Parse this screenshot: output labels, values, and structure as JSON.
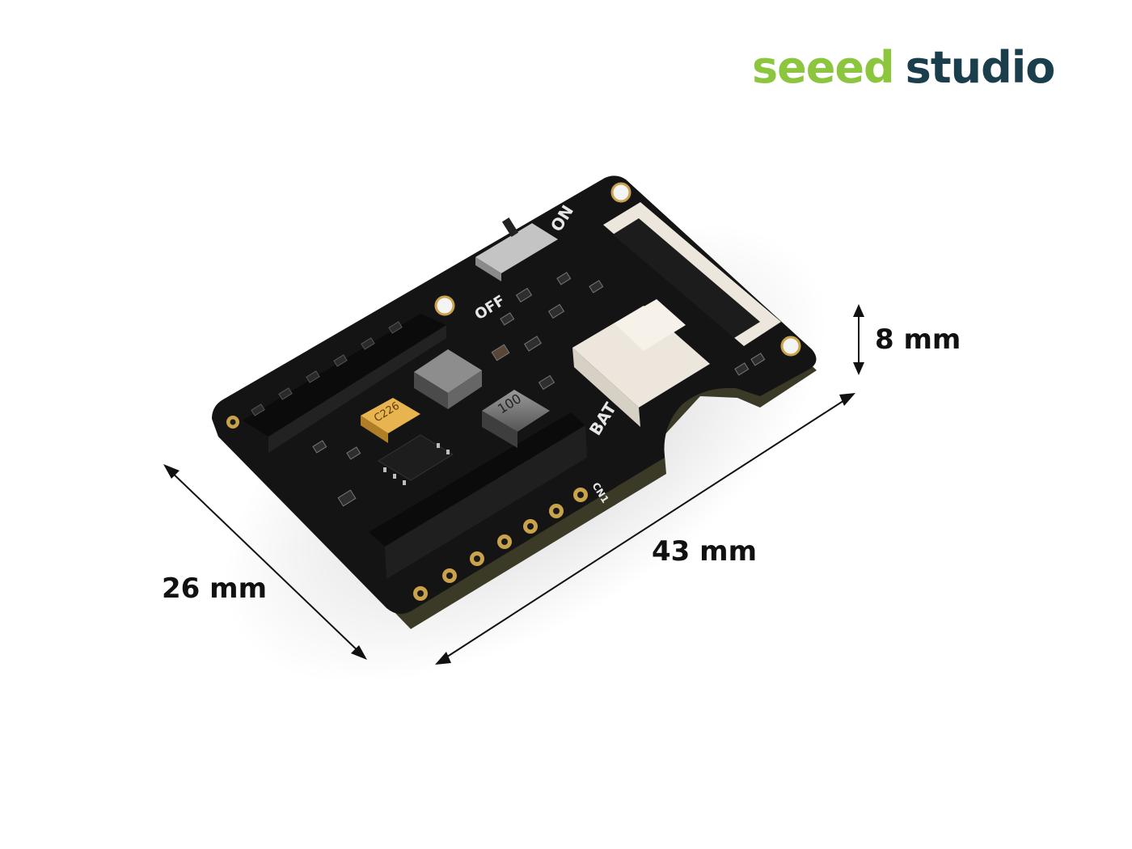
{
  "logo": {
    "word1": "seeed",
    "word2": "studio",
    "colors": {
      "seeed": "#8cc63f",
      "studio": "#1a3e4c"
    }
  },
  "dimensions": {
    "width_label": "26 mm",
    "length_label": "43 mm",
    "height_label": "8 mm"
  },
  "board": {
    "silkscreen": {
      "on": "ON",
      "off": "OFF",
      "bat": "BAT",
      "cn1": "CN1",
      "cap": "C226",
      "inductor": "100"
    },
    "colors": {
      "pcb": "#141414",
      "pad_gold": "#c9a24a",
      "connector_white": "#ece6dc",
      "tantalum": "#e0a43a"
    }
  }
}
